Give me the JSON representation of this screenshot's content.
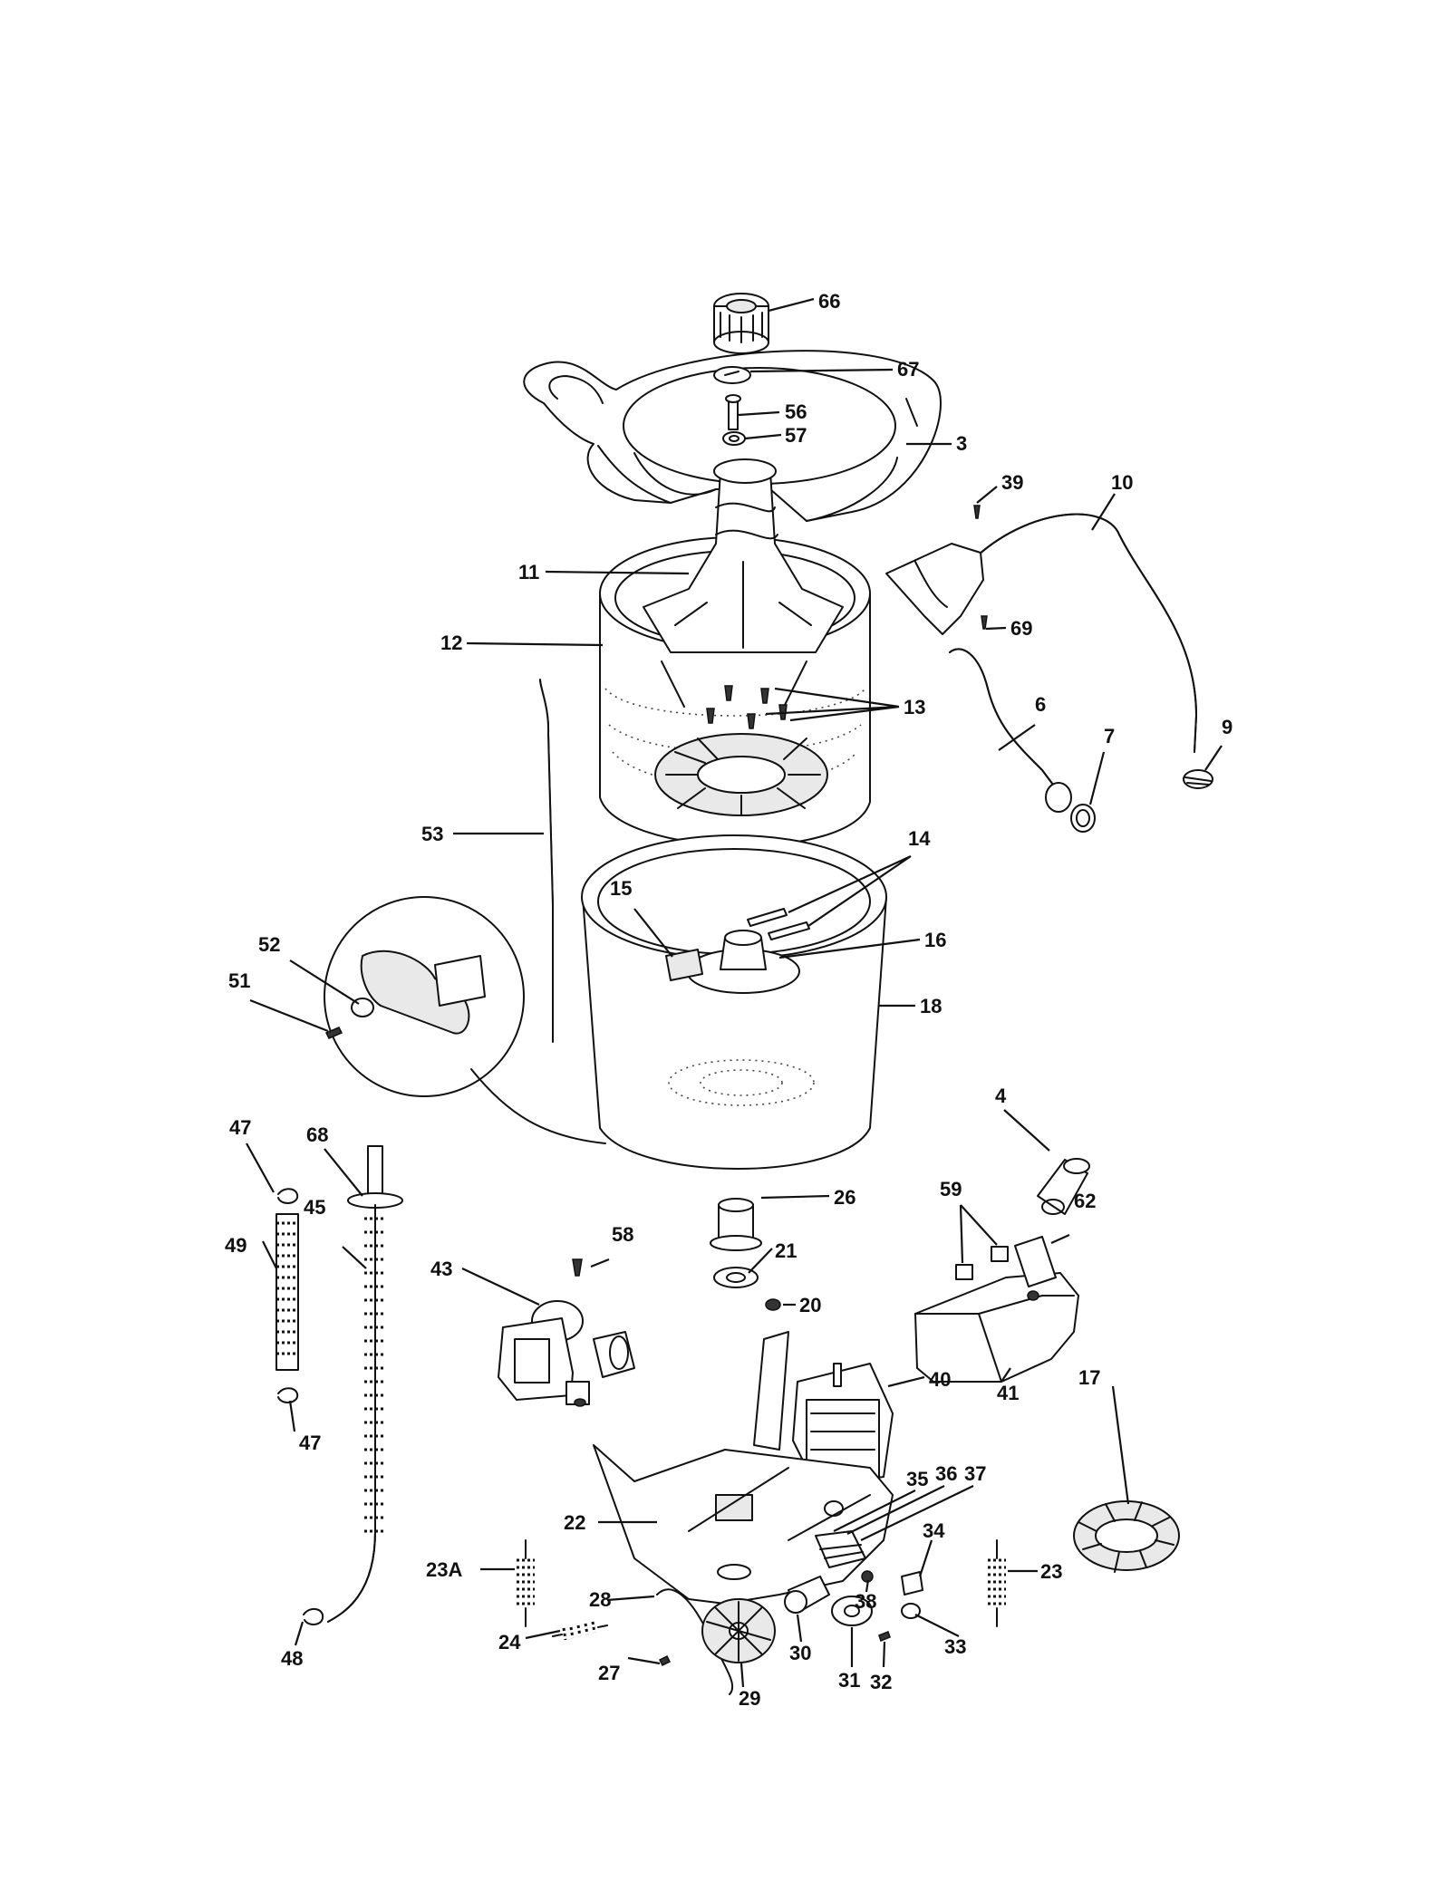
{
  "callouts": {
    "c66": "66",
    "c67": "67",
    "c56": "56",
    "c57": "57",
    "c3": "3",
    "c39": "39",
    "c10": "10",
    "c11": "11",
    "c69": "69",
    "c12": "12",
    "c13": "13",
    "c6": "6",
    "c9": "9",
    "c7": "7",
    "c53": "53",
    "c14": "14",
    "c15": "15",
    "c16": "16",
    "c52": "52",
    "c51": "51",
    "c18": "18",
    "c47a": "47",
    "c68": "68",
    "c4": "4",
    "c26": "26",
    "c59": "59",
    "c62": "62",
    "c58": "58",
    "c45": "45",
    "c49": "49",
    "c21": "21",
    "c43": "43",
    "c20": "20",
    "c47b": "47",
    "c40": "40",
    "c41": "41",
    "c17": "17",
    "c35": "35",
    "c36": "36",
    "c37": "37",
    "c22": "22",
    "c34": "34",
    "c23a": "23A",
    "c23": "23",
    "c38": "38",
    "c28": "28",
    "c33": "33",
    "c24": "24",
    "c30": "30",
    "c48": "48",
    "c27": "27",
    "c29": "29",
    "c31": "31",
    "c32": "32"
  }
}
